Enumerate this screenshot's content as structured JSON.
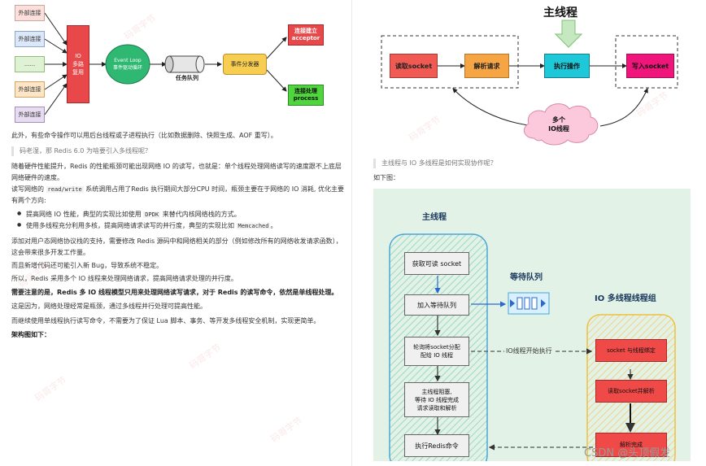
{
  "left_diagram": {
    "connections": [
      "外部连接",
      "外部连接",
      "......",
      "外部连接",
      "外部连接"
    ],
    "io_mux": "IO\n多路\n复用",
    "event_loop": "Event Loop\n事件驱动循环",
    "task_queue": "任务队列",
    "dispatcher": "事件分发器",
    "acceptor": "连接建立\nacceptor",
    "process": "连接处理\nprocess"
  },
  "article": {
    "p1": "此外，有些命令操作可以用后台线程或子进程执行（比如数据删除、快照生成、AOF 重写）。",
    "quote1": "码老湿，那 Redis 6.0 为啥要引入多线程呢？",
    "p2": "随着硬件性能提升，Redis 的性能瓶颈可能出现网络 IO 的读写，也就是：单个线程处理网络读写的速度跟不上底层网络硬件的速度。",
    "p3a": "读写网络的 ",
    "p3code": "read/write",
    "p3b": " 系统调用占用了Redis 执行期间大部分CPU 时间，瓶颈主要在于网络的 IO 消耗, 优化主要有两个方向:",
    "b1a": "提高网络 IO 性能，典型的实现比如使用 ",
    "b1code": "DPDK",
    "b1b": " 来替代内核网络栈的方式。",
    "b2a": "使用多线程充分利用多核，提高网络请求读写的并行度，典型的实现比如 ",
    "b2code": "Memcached",
    "b2b": "。",
    "p4": "添加对用户态网络协议栈的支持，需要修改 Redis 源码中和网络相关的部分（例如修改所有的网络收发请求函数），这会带来很多开发工作量。",
    "p5": "而且新增代码还可能引入新 Bug，导致系统不稳定。",
    "p6": "所以，Redis 采用多个 IO 线程来处理网络请求，提高网络请求处理的并行度。",
    "p7": "需要注意的是，Redis 多 IO 线程模型只用来处理网络读写请求，对于 Redis 的读写命令，依然是单线程处理。",
    "p8": "这是因为，网络处理经常是瓶颈，通过多线程并行处理可提高性能。",
    "p9": "而继续使用单线程执行读写命令，不需要为了保证 Lua 脚本、事务、等开发多线程安全机制，实现更简单。",
    "p10": "架构图如下："
  },
  "right_top": {
    "title": "主线程",
    "read_socket": "读取socket",
    "parse": "解析请求",
    "execute": "执行操作",
    "write_socket": "写入socket",
    "cloud": "多个\nIO线程"
  },
  "right_text": {
    "quote": "主线程与 IO 多线程是如何实现协作呢？",
    "caption": "如下图："
  },
  "right_diagram": {
    "main_title": "主线程",
    "wait_queue_label": "等待队列",
    "io_group_title": "IO 多线程线程组",
    "step1": "获取可读 socket",
    "step2": "加入等待队列",
    "step3": "轮询将socket分配\n配给 IO 线程",
    "step4": "主线程阻塞,\n等待 IO 线程完成\n请求读取和解析",
    "step5": "执行Redis命令",
    "io_start": "IO线程开始执行",
    "io1": "socket 与线程绑定",
    "io2": "读取socket并解析",
    "io3": "解析完成"
  },
  "watermark": "CSDN @头顶假发",
  "wm_text": "码哥字节"
}
